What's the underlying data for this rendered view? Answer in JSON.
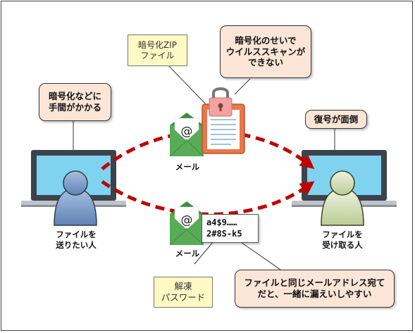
{
  "callouts": {
    "encrypt_effort": [
      "暗号化などに",
      "手間がかかる"
    ],
    "zip_file": [
      "暗号化ZIP",
      "ファイル"
    ],
    "virus_scan": [
      "暗号化のせいで",
      "ウイルススキャンが",
      "できない"
    ],
    "decrypt_hassle": "復号が面倒",
    "unlock_password": [
      "解凍",
      "パスワード"
    ],
    "same_address_risk": [
      "ファイルと同じメールアドレス宛て",
      "だと、一緒に漏えいしやすい"
    ]
  },
  "labels": {
    "mail_top": "メール",
    "mail_bottom": "メール",
    "sender": [
      "ファイルを",
      "送りたい人"
    ],
    "receiver": [
      "ファイルを",
      "受け取る人"
    ]
  },
  "password_sample": [
    "a4$9……",
    "2#8S-k5"
  ],
  "icons": [
    "laptop-icon",
    "person-icon",
    "mail-icon",
    "lock-icon",
    "document-icon"
  ],
  "colors": {
    "arrow": "#c00000",
    "screen": "#7fd3ee",
    "laptop_body": "#3c434c",
    "sender_person": "#7f9fc9",
    "receiver_person": "#d3dfb5",
    "envelope": "#58ab57",
    "document": "#e8774a",
    "lock": "#f0a3a0",
    "callout_orange": "#fbe5d6",
    "callout_yellow": "#fff9c4"
  }
}
